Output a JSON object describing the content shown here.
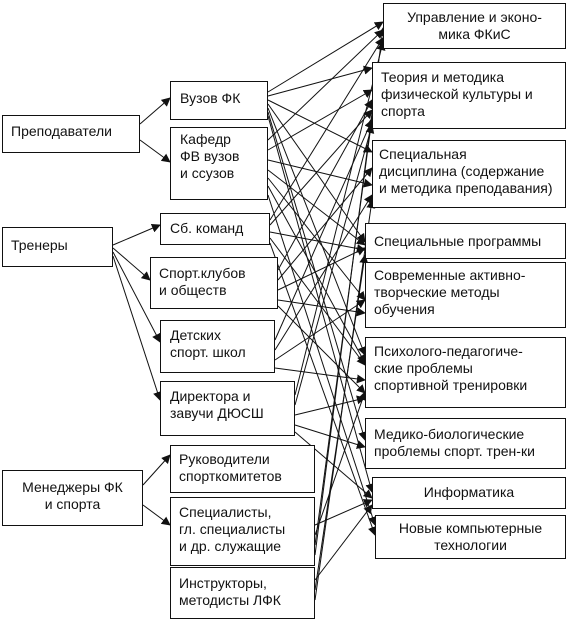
{
  "groups": {
    "teachers": "Преподаватели",
    "coaches": "Тренеры",
    "managers": "Менеджеры ФК\nи спорта"
  },
  "roles": {
    "universities": "Вузов ФК",
    "departments": "Кафедр\nФВ вузов\nи ссузов",
    "teams": "Сб. команд",
    "clubs": "Спорт.клубов\nи обществ",
    "schools": "Детских\nспорт. школ",
    "directors": "Директора  и\nзавучи ДЮСШ",
    "committees": "Руководители\nспорткомитетов",
    "specialists": "Специалисты,\nгл. специалисты\nи др. служащие",
    "instructors": "Инструкторы,\nметодисты ЛФК"
  },
  "courses": {
    "management": "Управление и эконо-\nмика ФКиС",
    "theory": "Теория и методика\nфизической культуры и\nспорта",
    "special": "Специальная\nдисциплина (содержание\nи методика преподавания)",
    "programs": "Специальные программы",
    "active_methods": "Современные активно-\nтворческие методы\nобучения",
    "psychology": "Психолого-педагогиче-\nские проблемы\nспортивной тренировки",
    "medical": "Медико-биологические\nпроблемы спорт. трен-ки",
    "informatics": "Информатика",
    "computers": "Новые компьютерные\nтехнологии"
  }
}
